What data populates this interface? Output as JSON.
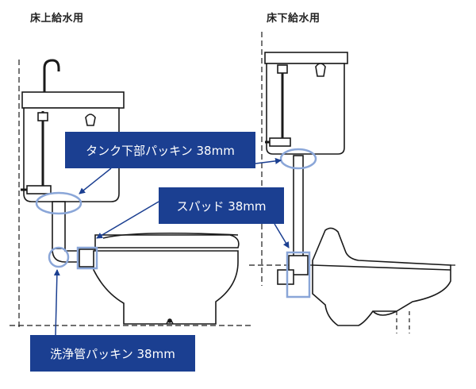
{
  "headings": {
    "left": "床上給水用",
    "right": "床下給水用"
  },
  "callouts": {
    "tank_packing": "タンク下部パッキン 38mm",
    "spud": "スパッド 38mm",
    "flush_pipe_packing": "洗浄管パッキン 38mm"
  },
  "colors": {
    "callout_bg": "#1b3f91",
    "highlight": "#8aa6d8",
    "line": "#1a1a1a",
    "dashed": "#333333"
  }
}
